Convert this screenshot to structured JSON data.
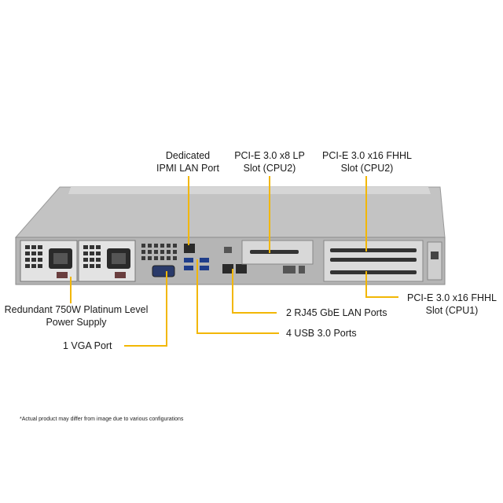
{
  "callouts": {
    "ipmi": [
      "Dedicated",
      "IPMI LAN Port"
    ],
    "pcie_lp": [
      "PCI-E 3.0 x8 LP",
      "Slot (CPU2)"
    ],
    "pcie_fhhl_cpu2": [
      "PCI-E 3.0 x16 FHHL",
      "Slot (CPU2)"
    ],
    "psu": [
      "Redundant  750W Platinum  Level",
      "Power Supply"
    ],
    "vga": "1 VGA Port",
    "lan": "2 RJ45 GbE LAN Ports",
    "usb": "4 USB 3.0 Ports",
    "pcie_fhhl_cpu1": [
      "PCI-E 3.0 x16 FHHL",
      "Slot (CPU1)"
    ]
  },
  "footnote": "*Actual product may differ from image due to various configurations",
  "colors": {
    "leader": "#f2b705",
    "chassis": "#c9c9c9",
    "text": "#1a1a1a"
  }
}
